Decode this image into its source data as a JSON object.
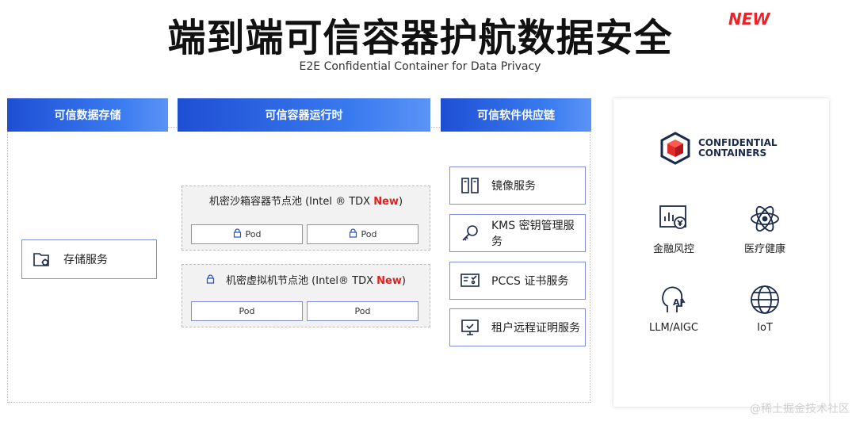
{
  "header": {
    "title": "端到端可信容器护航数据安全",
    "new_badge": "NEW",
    "subtitle": "E2E Confidential Container for Data Privacy"
  },
  "columns": {
    "storage": {
      "header": "可信数据存储",
      "service": "存储服务"
    },
    "runtime": {
      "header": "可信容器运行时",
      "pools": [
        {
          "title": "机密沙箱容器节点池 (Intel ® TDX ",
          "new": "New",
          "close": ")",
          "pods": [
            "Pod",
            "Pod"
          ]
        },
        {
          "title": "机密虚拟机节点池 (Intel® TDX ",
          "new": "New",
          "close": ")",
          "pods": [
            "Pod",
            "Pod"
          ]
        }
      ]
    },
    "supply_chain": {
      "header": "可信软件供应链",
      "services": [
        "镜像服务",
        "KMS 密钥管理服务",
        "PCCS 证书服务",
        "租户远程证明服务"
      ]
    }
  },
  "right_panel": {
    "logo_line1": "CONFIDENTIAL",
    "logo_line2": "CONTAINERS",
    "use_cases": [
      "金融风控",
      "医疗健康",
      "LLM/AIGC",
      "IoT"
    ]
  },
  "watermark": "@稀土掘金技术社区",
  "colors": {
    "accent_blue": "#1e4fd3",
    "new_red": "#e8232a",
    "logo_red": "#e02b2b",
    "logo_navy": "#1b2a4a"
  }
}
